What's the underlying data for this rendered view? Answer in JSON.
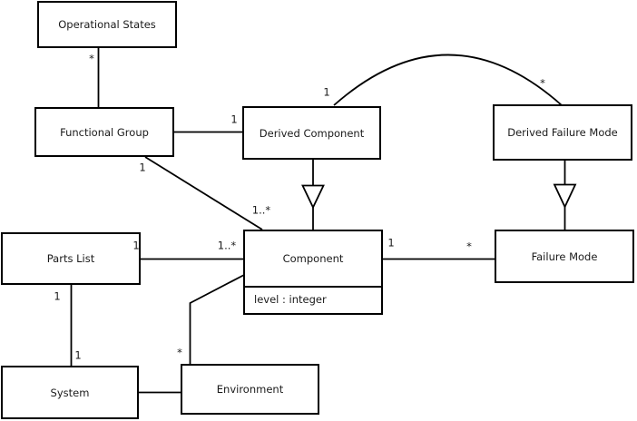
{
  "diagram": {
    "type": "uml-class-diagram",
    "colors": {
      "background": "#ffffff",
      "line": "#000000",
      "box_fill": "#ffffff",
      "text": "#1a1a1a"
    },
    "nodes": {
      "operational_states": {
        "label": "Operational States"
      },
      "functional_group": {
        "label": "Functional Group"
      },
      "derived_component": {
        "label": "Derived Component"
      },
      "derived_failure_mode": {
        "label": "Derived Failure Mode"
      },
      "parts_list": {
        "label": "Parts List"
      },
      "component": {
        "label": "Component",
        "attribute": "level : integer"
      },
      "failure_mode": {
        "label": "Failure Mode"
      },
      "system": {
        "label": "System"
      },
      "environment": {
        "label": "Environment"
      }
    },
    "multiplicities": {
      "os_fg": "*",
      "fg_dc": "1",
      "fg_comp_src": "1",
      "fg_comp_tgt": "1..*",
      "dc_dfm_src": "1",
      "dc_dfm_tgt": "*",
      "pl_comp_src": "1",
      "pl_comp_tgt": "1..*",
      "comp_fm_src": "1",
      "comp_fm_tgt": "*",
      "pl_sys_src": "1",
      "pl_sys_tgt": "1",
      "env_comp": "*"
    }
  }
}
